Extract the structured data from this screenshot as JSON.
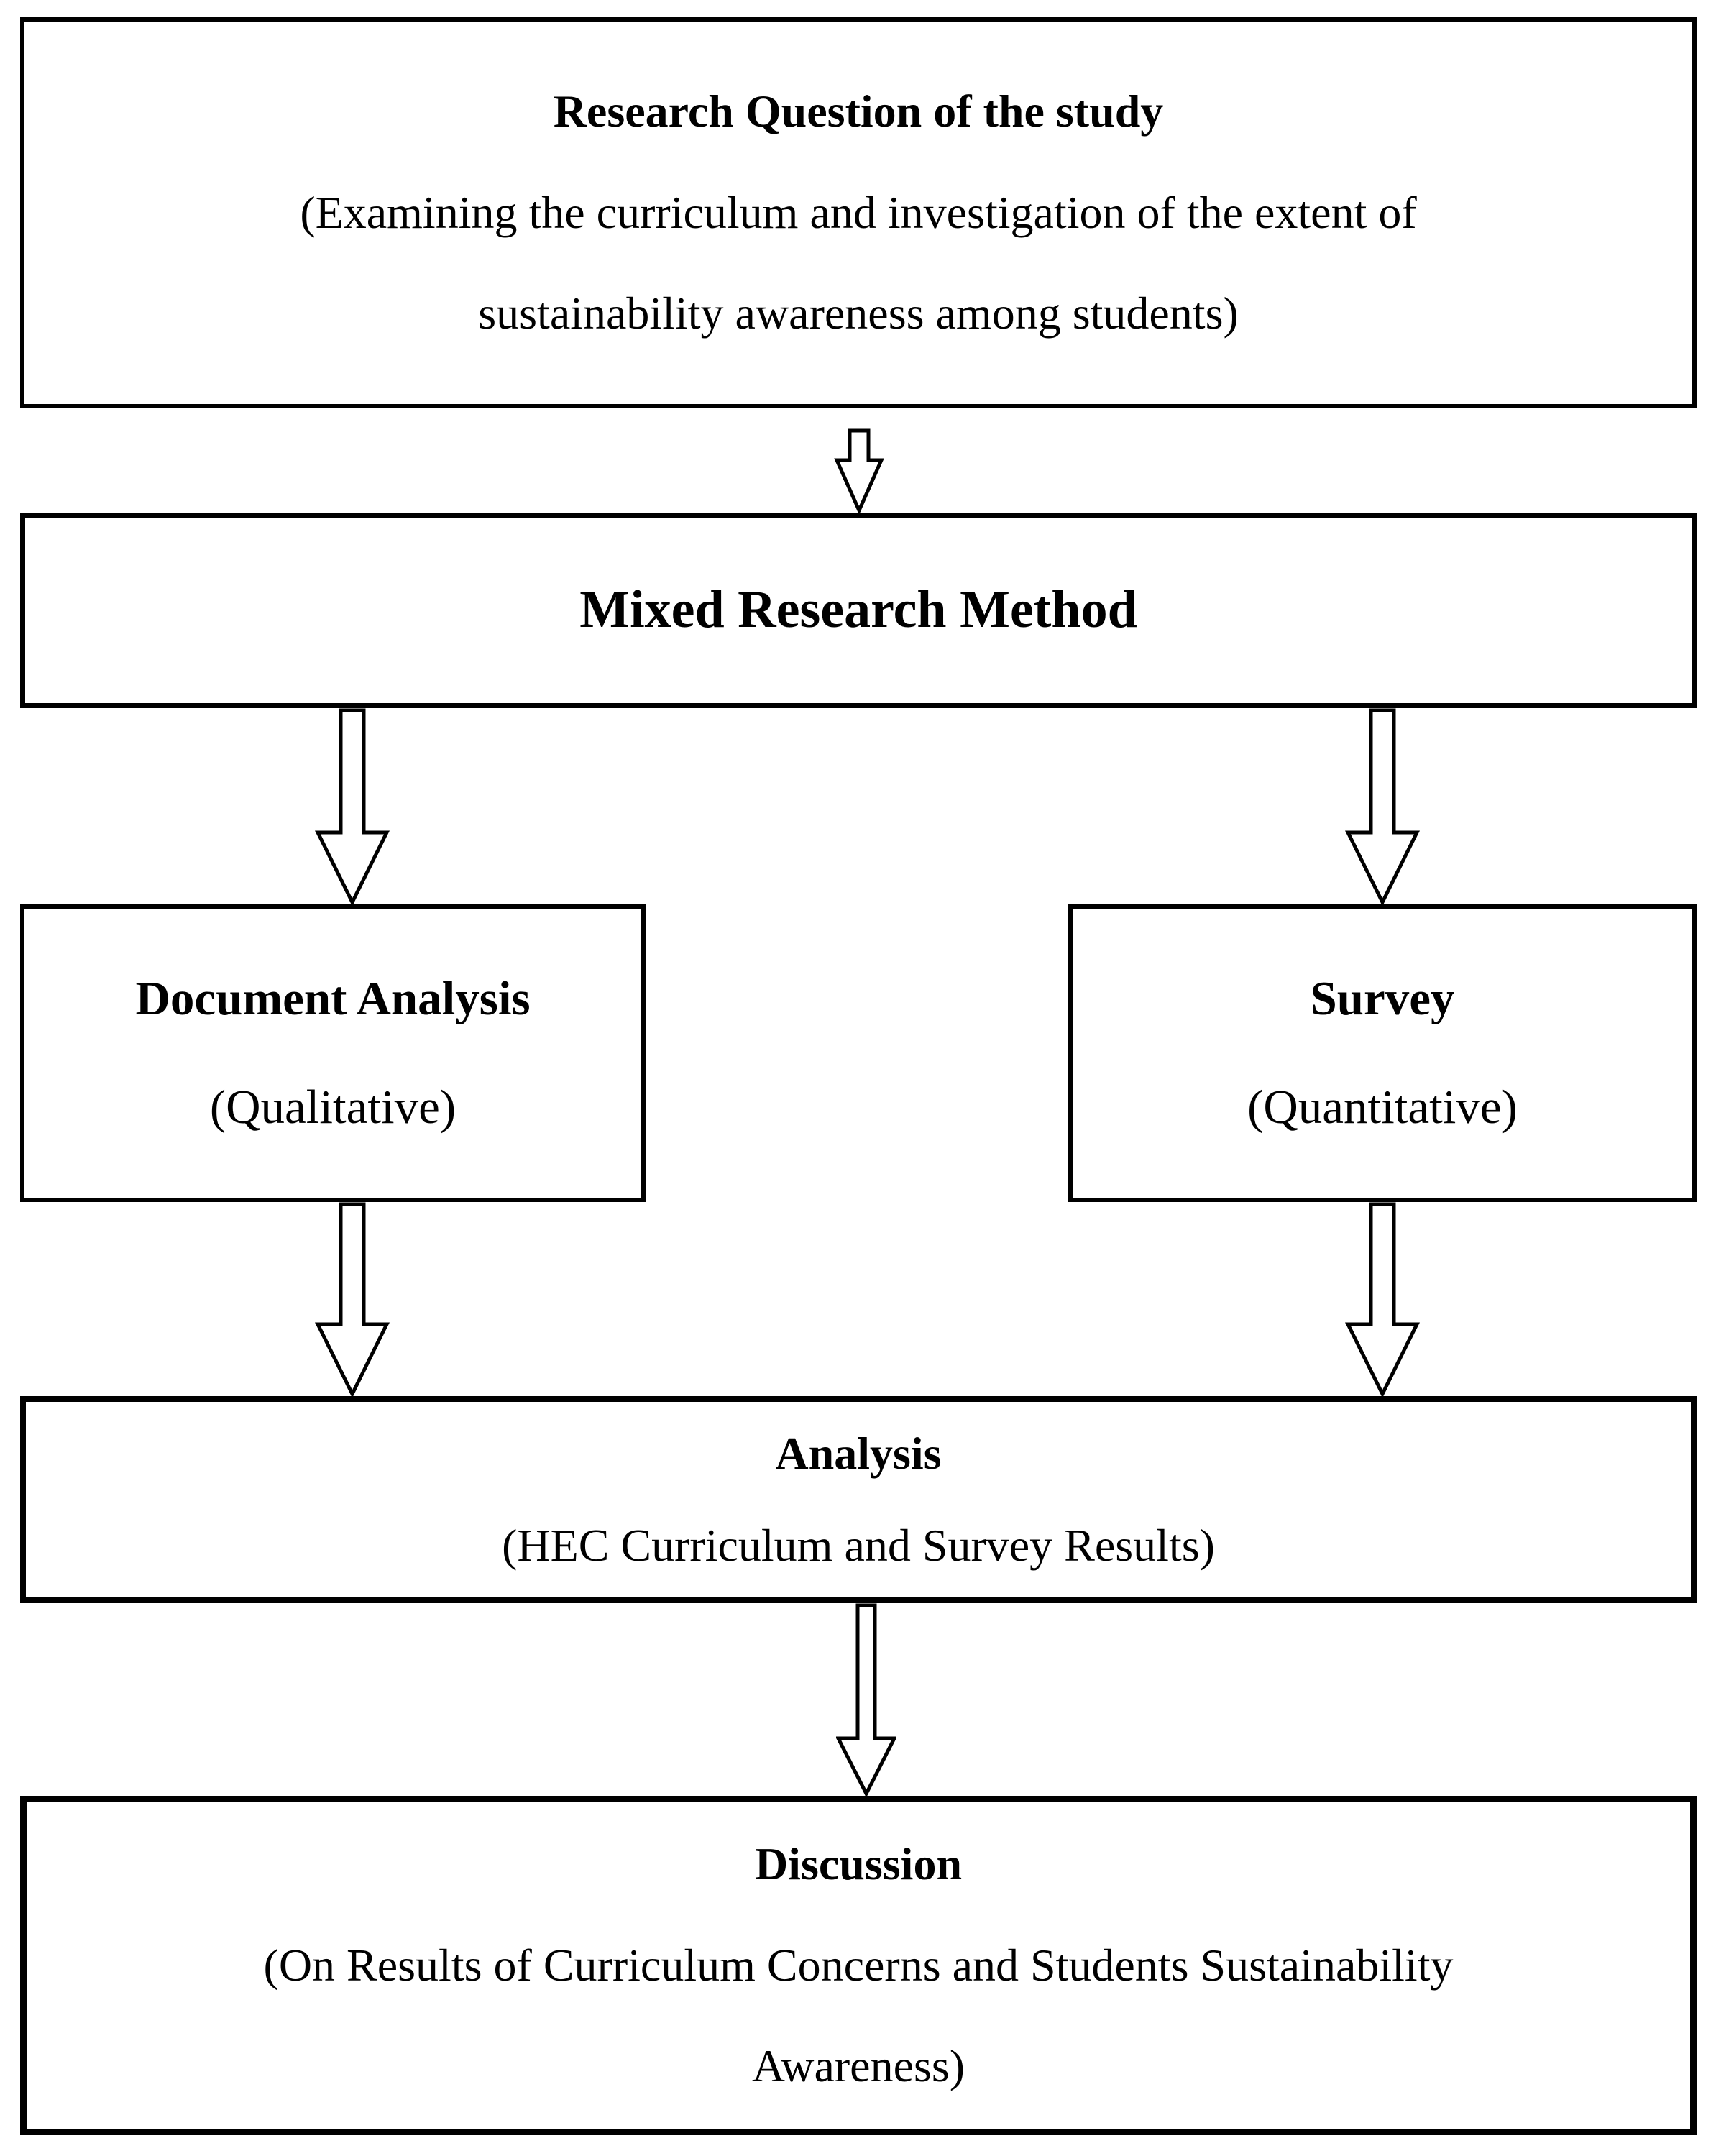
{
  "colors": {
    "ink": "#000000",
    "paper": "#ffffff"
  },
  "diagram": {
    "research_question": {
      "title": "Research Question of the study",
      "subtitle_line1": "(Examining the curriculum and investigation of the extent of",
      "subtitle_line2": "sustainability awareness among students)"
    },
    "mixed_method": {
      "title": "Mixed Research Method"
    },
    "document_analysis": {
      "title": "Document Analysis",
      "subtitle": "(Qualitative)"
    },
    "survey": {
      "title": "Survey",
      "subtitle": "(Quantitative)"
    },
    "analysis": {
      "title": "Analysis",
      "subtitle": "(HEC Curriculum and Survey Results)"
    },
    "discussion": {
      "title": "Discussion",
      "subtitle_line1": "(On Results of Curriculum Concerns and Students Sustainability",
      "subtitle_line2": "Awareness)"
    }
  }
}
